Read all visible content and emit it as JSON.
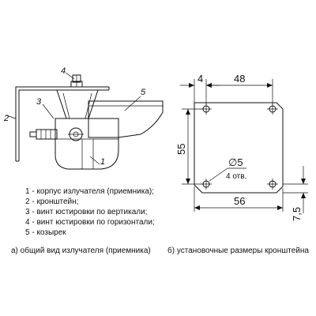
{
  "left_view": {
    "callouts": [
      "1",
      "2",
      "3",
      "4",
      "5"
    ],
    "legend": [
      "1 - корпус излучателя (приемника);",
      "2 - кронштейн;",
      "3 - винт юстировки по вертикали;",
      "4 - винт юстировки по горизонтали;",
      "5 - козырек"
    ],
    "caption": "а) общий вид излучателя (приемника)"
  },
  "right_view": {
    "dims": {
      "top_small": "4",
      "top_main": "48",
      "left_height": "55",
      "bottom_width": "56",
      "right_small": "7,5",
      "hole_diameter": "∅5",
      "hole_count": "4 отв."
    },
    "caption": "б) установочные размеры кронштейна"
  }
}
